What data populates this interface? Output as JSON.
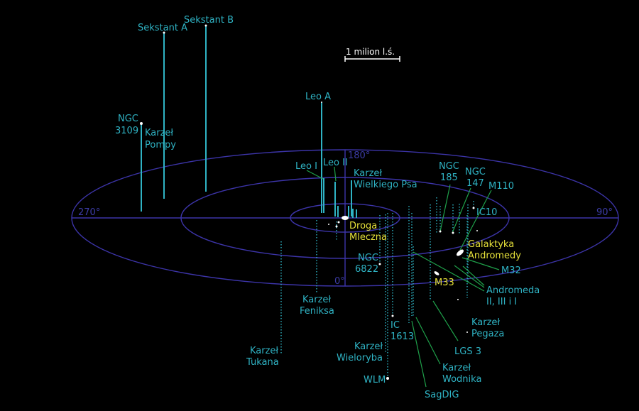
{
  "title": "Grupa Lokalna",
  "scale_bar": "1 milion l.ś.",
  "angles": {
    "a180": "180°",
    "a0": "0°",
    "a270": "270°",
    "a90": "90°"
  },
  "galaxies": {
    "sekstant_a": "Sekstant A",
    "sekstant_b": "Sekstant B",
    "ngc3109": [
      "NGC",
      "3109"
    ],
    "karzel_pompy": [
      "Karzeł",
      "Pompy"
    ],
    "leo_a": "Leo A",
    "leo_i": "Leo I",
    "leo_ii": "Leo II",
    "wielki_pies": [
      "Karzeł",
      "Wielkiego Psa"
    ],
    "droga_mleczna": [
      "Droga",
      "Mleczna"
    ],
    "ngc185": [
      "NGC",
      "185"
    ],
    "ngc147": [
      "NGC",
      "147"
    ],
    "m110": "M110",
    "ic10": "IC10",
    "andromeda": [
      "Galaktyka",
      "Andromedy"
    ],
    "m32": "M32",
    "andromeda_sats": [
      "Andromeda",
      "II, III i I"
    ],
    "m33": "M33",
    "ngc6822": [
      "NGC",
      "6822"
    ],
    "feniks": [
      "Karzeł",
      "Feniksa"
    ],
    "tukan": [
      "Karzeł",
      "Tukana"
    ],
    "wieloryb": [
      "Karzeł",
      "Wieloryba"
    ],
    "wlm": "WLM",
    "ic1613": [
      "IC",
      "1613"
    ],
    "sagdig": "SagDIG",
    "wodnik": [
      "Karzeł",
      "Wodnika"
    ],
    "lgs3": "LGS 3",
    "pegaz": [
      "Karzeł",
      "Pegaza"
    ]
  },
  "colors": {
    "label": "#2fb3c4",
    "highlight": "#e6e13a",
    "grid": "#3c34a8",
    "leader": "#1fa04a"
  }
}
